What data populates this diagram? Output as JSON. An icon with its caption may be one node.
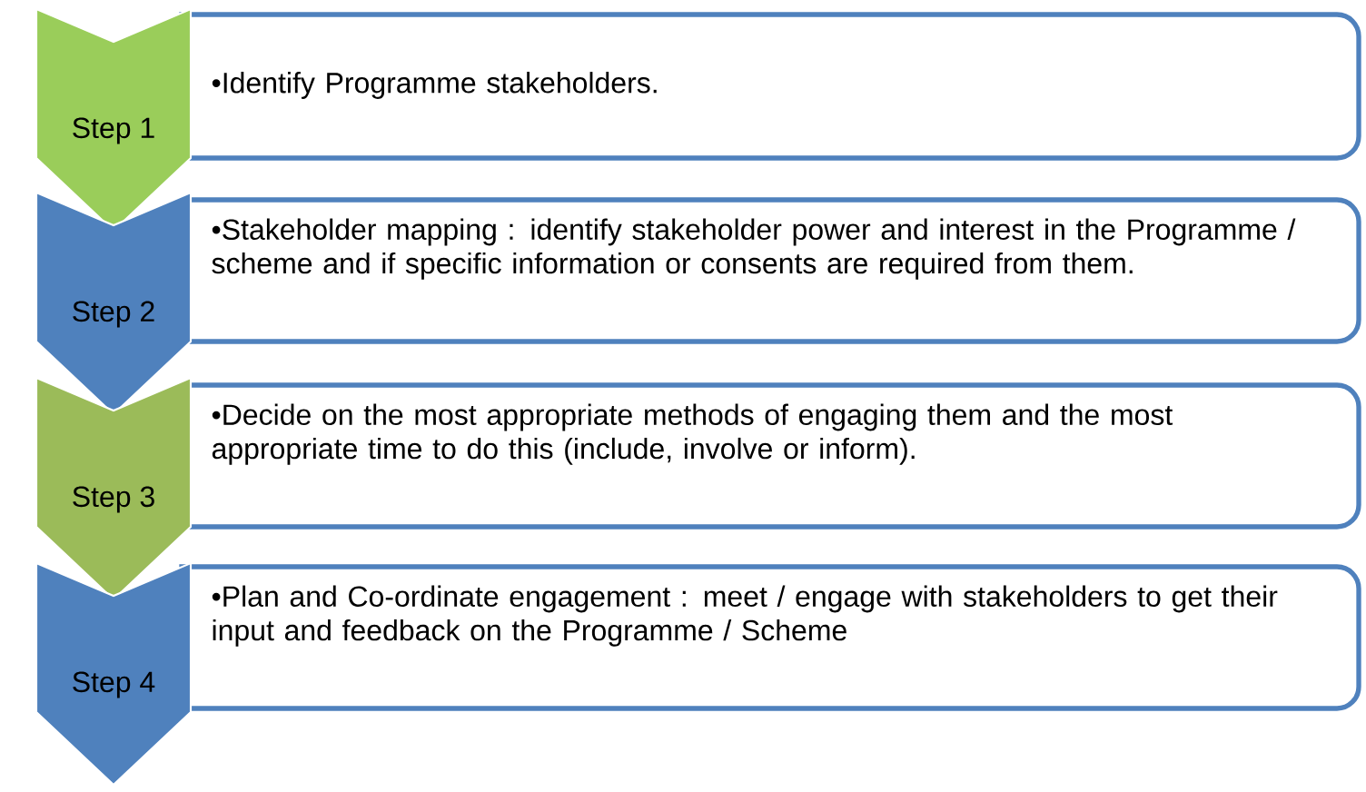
{
  "diagram": {
    "nodes": [
      {
        "text": [
          "Step 1"
        ]
      },
      {
        "text": [
          "•Identify Programme stakeholders."
        ]
      },
      {
        "text": [
          "Step 2"
        ]
      },
      {
        "text": [
          "•Stakeholder mapping : identify stakeholder power and interest in the Programme / scheme and if specific information or consents are required from them."
        ]
      },
      {
        "text": [
          "Step 3"
        ]
      },
      {
        "text": [
          "•Decide on the most appropriate methods of engaging them and the most appropriate time to do this (include, involve or inform)."
        ]
      },
      {
        "text": [
          "Step 4"
        ]
      },
      {
        "text": [
          "•Plan and Co-ordinate engagement : meet / engage with stakeholders to get their input and feedback on the Programme / Scheme"
        ]
      }
    ]
  }
}
